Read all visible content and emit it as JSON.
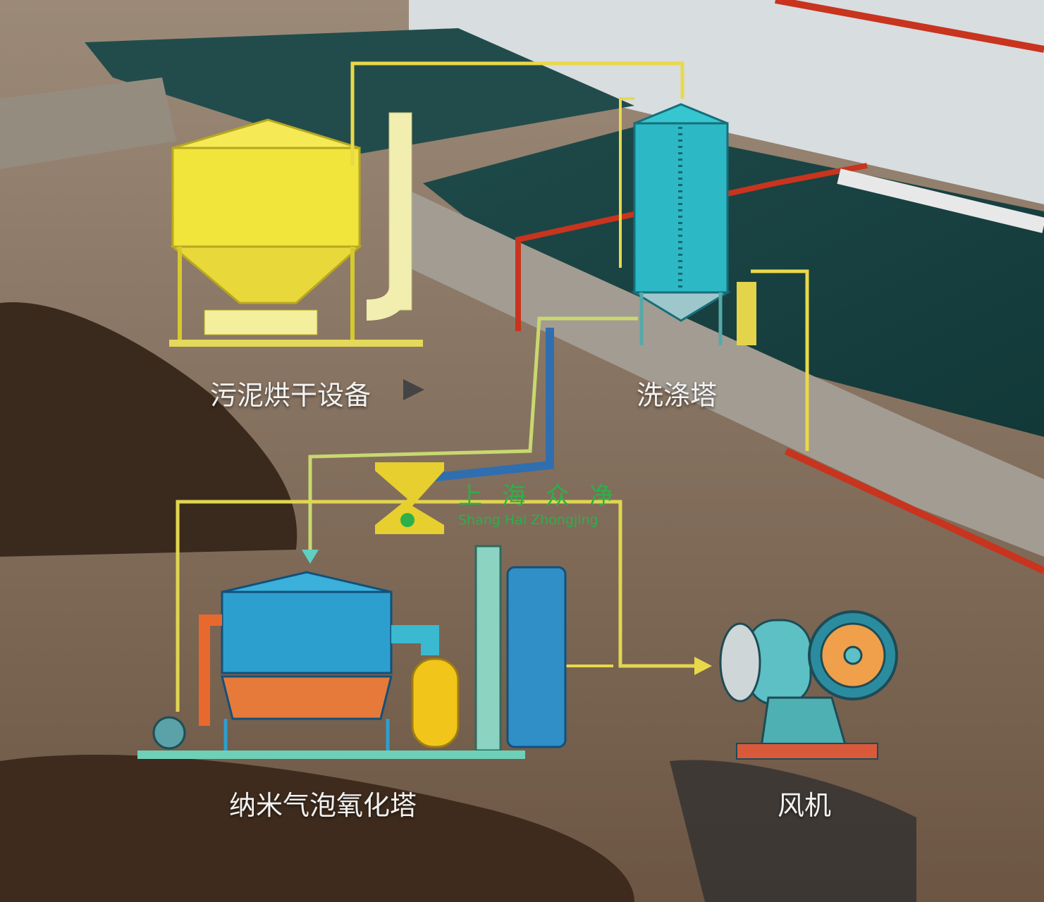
{
  "labels": {
    "sludge_dryer": "污泥烘干设备",
    "scrubber": "洗涤塔",
    "nano_bubble_tower": "纳米气泡氧化塔",
    "fan": "风机"
  },
  "logo": {
    "name_cn": "上海众净",
    "name_en": "Shang Hai Zhongjing"
  },
  "colors": {
    "pipe_yellow": "#e9d84a",
    "pipe_cyan": "#5fd0c0",
    "pipe_blue": "#2f6fb0",
    "dryer": "#f1e43a",
    "scrubber": "#2cb8c4",
    "tower": "#2d9fce",
    "logo_green": "#2bb04a"
  }
}
